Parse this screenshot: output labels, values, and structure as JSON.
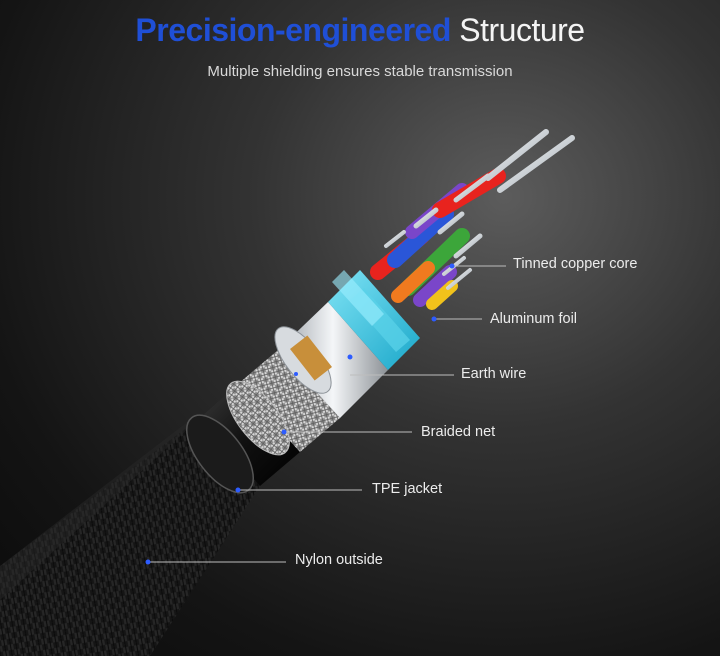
{
  "header": {
    "title_accent": "Precision-engineered",
    "title_rest": "Structure",
    "subtitle": "Multiple shielding ensures stable transmission"
  },
  "callouts": [
    {
      "id": "tinned-copper-core",
      "text": "Tinned copper core"
    },
    {
      "id": "aluminum-foil",
      "text": "Aluminum foil"
    },
    {
      "id": "earth-wire",
      "text": "Earth wire"
    },
    {
      "id": "braided-net",
      "text": "Braided net"
    },
    {
      "id": "tpe-jacket",
      "text": "TPE jacket"
    },
    {
      "id": "nylon-outside",
      "text": "Nylon outside"
    }
  ],
  "colors": {
    "accent": "#1f4fd6",
    "leader_dot": "#2d5cff",
    "core_colors": [
      "#e8231e",
      "#2a56d8",
      "#3ca63a",
      "#7a46c9",
      "#f07a1f",
      "#f1c21b",
      "#5ad1e8"
    ]
  }
}
